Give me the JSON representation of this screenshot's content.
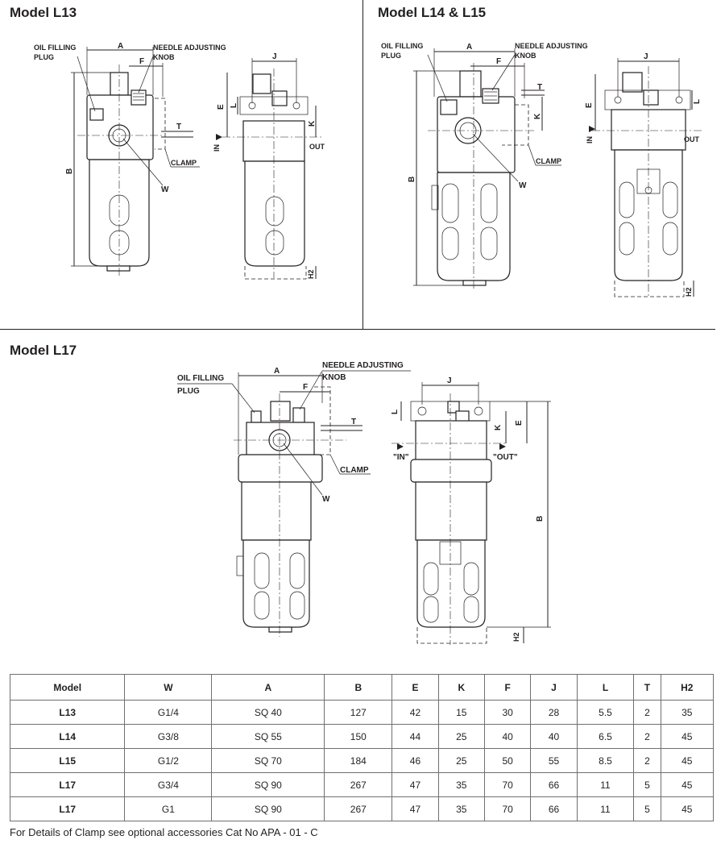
{
  "sections": {
    "l13": {
      "title": "Model L13"
    },
    "l14_l15": {
      "title": "Model L14 & L15"
    },
    "l17": {
      "title": "Model L17"
    }
  },
  "callouts": {
    "oil_filling_1": "OIL FILLING",
    "oil_filling_2": "PLUG",
    "needle_1": "NEEDLE ADJUSTING",
    "needle_2": "KNOB",
    "clamp": "CLAMP",
    "w": "W",
    "in": "IN",
    "out": "OUT",
    "in_quoted": "\"IN\"",
    "out_quoted": "\"OUT\""
  },
  "dims": {
    "a": "A",
    "b": "B",
    "e": "E",
    "f": "F",
    "j": "J",
    "k": "K",
    "l": "L",
    "t": "T",
    "h2": "H2"
  },
  "table": {
    "headers": [
      "Model",
      "W",
      "A",
      "B",
      "E",
      "K",
      "F",
      "J",
      "L",
      "T",
      "H2"
    ],
    "rows": [
      [
        "L13",
        "G1/4",
        "SQ 40",
        "127",
        "42",
        "15",
        "30",
        "28",
        "5.5",
        "2",
        "35"
      ],
      [
        "L14",
        "G3/8",
        "SQ 55",
        "150",
        "44",
        "25",
        "40",
        "40",
        "6.5",
        "2",
        "45"
      ],
      [
        "L15",
        "G1/2",
        "SQ 70",
        "184",
        "46",
        "25",
        "50",
        "55",
        "8.5",
        "2",
        "45"
      ],
      [
        "L17",
        "G3/4",
        "SQ 90",
        "267",
        "47",
        "35",
        "70",
        "66",
        "11",
        "5",
        "45"
      ],
      [
        "L17",
        "G1",
        "SQ 90",
        "267",
        "47",
        "35",
        "70",
        "66",
        "11",
        "5",
        "45"
      ]
    ]
  },
  "footnote": "For Details of Clamp see optional accessories Cat No APA - 01 - C"
}
